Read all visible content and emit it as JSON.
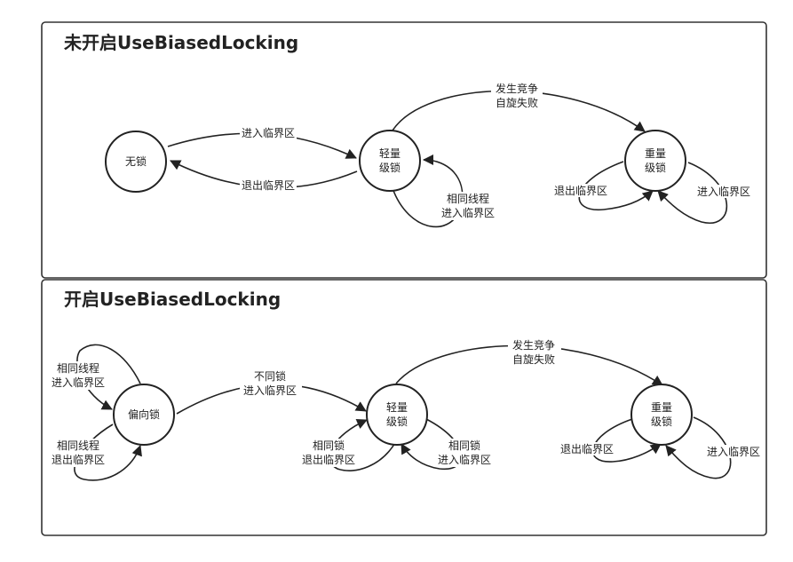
{
  "panels": {
    "top": {
      "title": "未开启UseBiasedLocking",
      "nodes": {
        "none": {
          "label": "无锁"
        },
        "light": {
          "line1": "轻量",
          "line2": "级锁"
        },
        "heavy": {
          "line1": "重量",
          "line2": "级锁"
        }
      },
      "edges": {
        "none_to_light": "进入临界区",
        "light_to_none": "退出临界区",
        "light_self": {
          "line1": "相同线程",
          "line2": "进入临界区"
        },
        "light_to_heavy": {
          "line1": "发生竞争",
          "line2": "自旋失败"
        },
        "heavy_exit": "退出临界区",
        "heavy_enter": "进入临界区"
      }
    },
    "bottom": {
      "title": "开启UseBiasedLocking",
      "nodes": {
        "biased": {
          "label": "偏向锁"
        },
        "light": {
          "line1": "轻量",
          "line2": "级锁"
        },
        "heavy": {
          "line1": "重量",
          "line2": "级锁"
        }
      },
      "edges": {
        "biased_enter": {
          "line1": "相同线程",
          "line2": "进入临界区"
        },
        "biased_exit": {
          "line1": "相同线程",
          "line2": "退出临界区"
        },
        "biased_to_light": {
          "line1": "不同锁",
          "line2": "进入临界区"
        },
        "light_exit": {
          "line1": "相同锁",
          "line2": "退出临界区"
        },
        "light_enter": {
          "line1": "相同锁",
          "line2": "进入临界区"
        },
        "light_to_heavy": {
          "line1": "发生竞争",
          "line2": "自旋失败"
        },
        "heavy_exit": "退出临界区",
        "heavy_enter": "进入临界区"
      }
    }
  }
}
